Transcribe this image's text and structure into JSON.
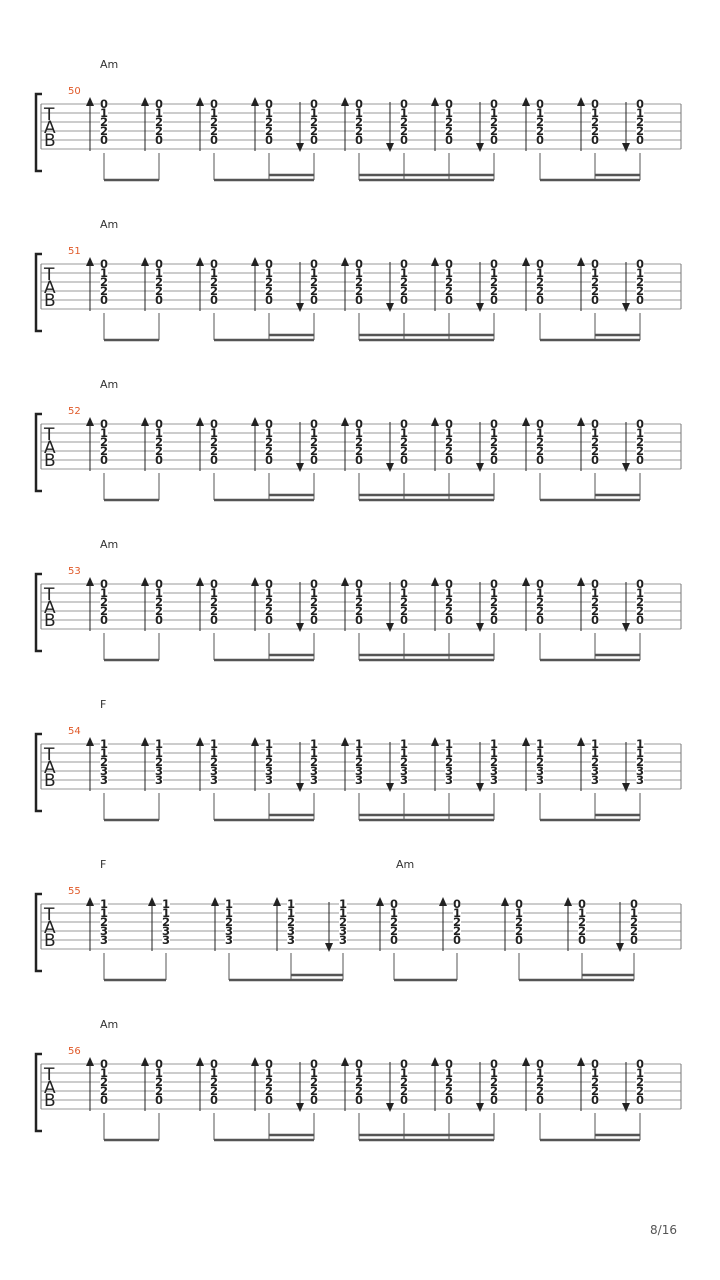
{
  "page": {
    "number": "8/16"
  },
  "tab_clef": [
    "T",
    "A",
    "B"
  ],
  "patterns": {
    "std": [
      {
        "dir": "up",
        "beam": "a1"
      },
      {
        "dir": "up",
        "beam": "a1"
      },
      {
        "dir": "up",
        "beam": "b2"
      },
      {
        "dir": "up",
        "beam": "b2"
      },
      {
        "dir": "down",
        "beam": "b2"
      },
      {
        "dir": "up",
        "beam": "c2"
      },
      {
        "dir": "down",
        "beam": "c2"
      },
      {
        "dir": "up",
        "beam": "c2"
      },
      {
        "dir": "down",
        "beam": "c2"
      },
      {
        "dir": "up",
        "beam": "d2"
      },
      {
        "dir": "up",
        "beam": "d2"
      },
      {
        "dir": "down",
        "beam": "d2"
      }
    ],
    "m55": [
      {
        "dir": "up",
        "beam": "a1"
      },
      {
        "dir": "up",
        "beam": "a1"
      },
      {
        "dir": "up",
        "beam": "b2"
      },
      {
        "dir": "up",
        "beam": "b2"
      },
      {
        "dir": "down",
        "beam": "b2"
      },
      {
        "dir": "up",
        "beam": "e1"
      },
      {
        "dir": "up",
        "beam": "e1"
      },
      {
        "dir": "up",
        "beam": "f2"
      },
      {
        "dir": "up",
        "beam": "f2"
      },
      {
        "dir": "down",
        "beam": "f2"
      }
    ]
  },
  "measures": [
    {
      "number": "50",
      "chords": [
        {
          "name": "Am"
        }
      ],
      "pattern": "std",
      "shapes": [
        "AmO"
      ]
    },
    {
      "number": "51",
      "chords": [
        {
          "name": "Am"
        }
      ],
      "pattern": "std",
      "shapes": [
        "AmO"
      ]
    },
    {
      "number": "52",
      "chords": [
        {
          "name": "Am"
        }
      ],
      "pattern": "std",
      "shapes": [
        "AmO"
      ]
    },
    {
      "number": "53",
      "chords": [
        {
          "name": "Am"
        }
      ],
      "pattern": "std",
      "shapes": [
        "AmO"
      ]
    },
    {
      "number": "54",
      "chords": [
        {
          "name": "F"
        }
      ],
      "pattern": "std",
      "shapes": [
        "F"
      ]
    },
    {
      "number": "55",
      "chords": [
        {
          "name": "F"
        },
        {
          "name": "Am"
        }
      ],
      "pattern": "m55",
      "shapes": [
        "F",
        "F",
        "F",
        "F",
        "F",
        "AmO",
        "AmO",
        "AmB",
        "AmO",
        "AmO"
      ]
    },
    {
      "number": "56",
      "chords": [
        {
          "name": "Am"
        }
      ],
      "pattern": "std",
      "shapes": [
        "AmO"
      ]
    }
  ],
  "shapes": {
    "AmO": [
      "0",
      "1",
      "2",
      "2",
      "0"
    ],
    "AmB": [
      "0",
      "1",
      "2",
      "2",
      "0"
    ],
    "F": [
      "1",
      "1",
      "2",
      "3",
      "3"
    ]
  }
}
